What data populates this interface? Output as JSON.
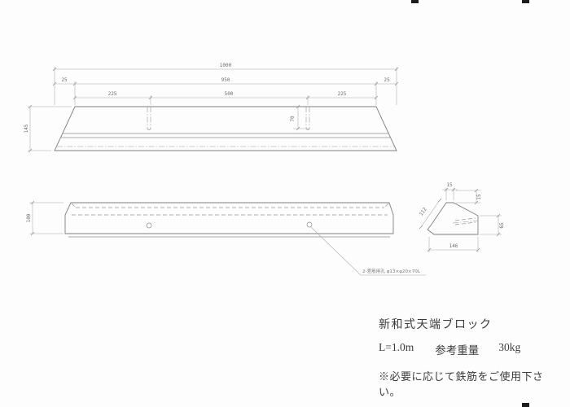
{
  "front_view": {
    "dim_total": "1000",
    "dim_end_left": "25",
    "dim_inner": "950",
    "dim_end_right": "25",
    "dim_seg_left": "225",
    "dim_seg_center": "500",
    "dim_seg_right": "225",
    "dim_height": "145",
    "dim_hole_depth": "70"
  },
  "plan_view": {
    "dim_width": "100",
    "hole_note": "2-差筋用孔 φ13×φ20×70L"
  },
  "section_view": {
    "dim_top_flat": "15",
    "dim_top_drop": "15",
    "dim_slope": "112",
    "dim_face": "65",
    "dim_bottom": "146"
  },
  "title_block": {
    "product_name": "新和式天端ブロック",
    "length": "L=1.0m",
    "weight_label": "参考重量",
    "weight": "30kg",
    "note": "※必要に応じて鉄筋をご使用下さい。"
  },
  "colors": {
    "outline": "#7e7e7e",
    "dimension": "#a8a8a8",
    "text": "#3c3c3c"
  }
}
